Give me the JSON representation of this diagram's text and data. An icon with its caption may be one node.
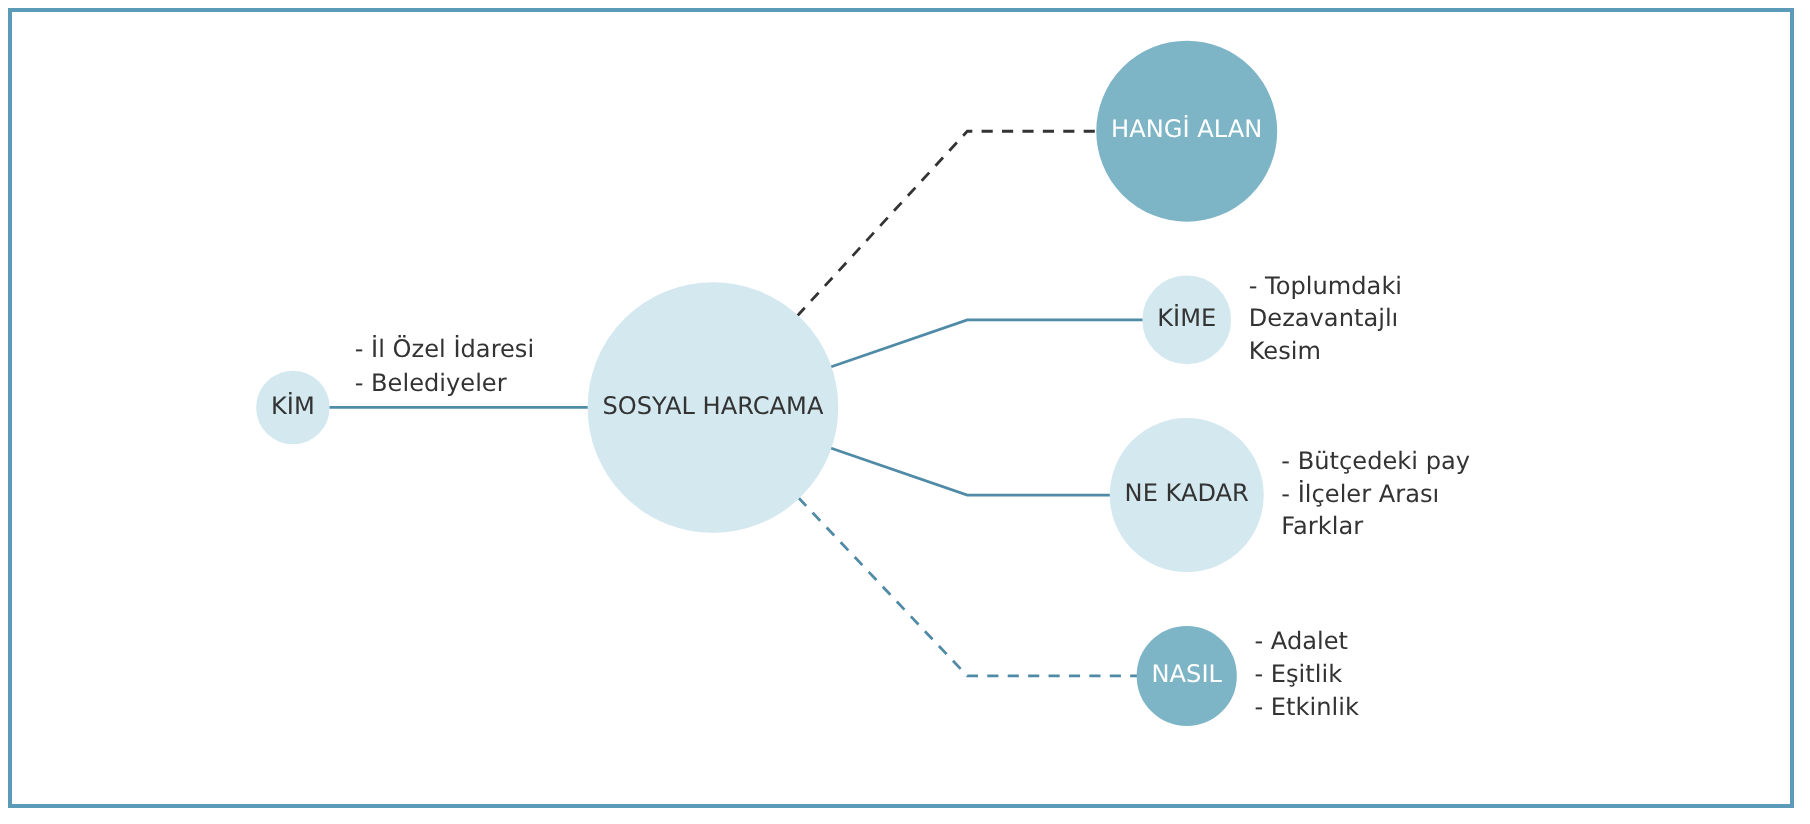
{
  "diagram": {
    "nodes": [
      {
        "text": [
          "HANGİ ALAN"
        ]
      },
      {
        "text": [
          "KİME"
        ],
        "beside": [
          "- Toplumdaki Dezavantajlı Kesim"
        ]
      },
      {
        "text": [
          "KİM"
        ],
        "beside": [
          "- İl Özel İdaresi",
          "- Belediyeler"
        ]
      },
      {
        "text": [
          "SOSYAL HARCAMA"
        ]
      },
      {
        "text": [
          "NE KADAR"
        ],
        "beside": [
          "- Bütçedeki pay",
          "- İlçeler Arası Farklar"
        ]
      },
      {
        "text": [
          "NASIL"
        ],
        "beside": [
          "- Adalet",
          "- Eşitlik",
          "- Etkinlik"
        ]
      }
    ],
    "edges": [
      {
        "from": 2,
        "to": 3,
        "arrow": "none"
      },
      {
        "from": 3,
        "to": 0,
        "arrow": "none",
        "style": "dashed",
        "color": "#333333"
      },
      {
        "from": 3,
        "to": 1,
        "arrow": "none"
      },
      {
        "from": 3,
        "to": 4,
        "arrow": "none"
      },
      {
        "from": 3,
        "to": 5,
        "arrow": "none",
        "style": "dashed"
      }
    ]
  }
}
